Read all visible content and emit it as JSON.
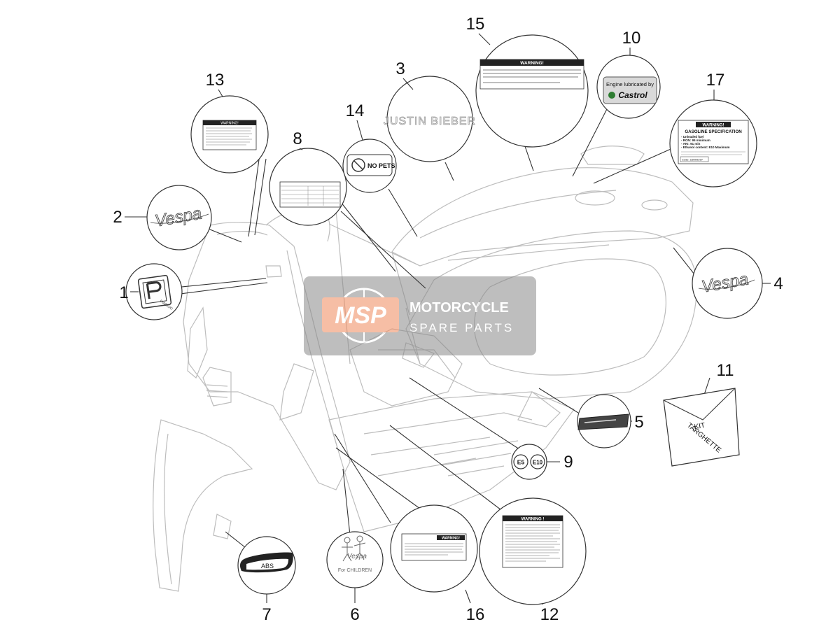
{
  "callouts": {
    "n1": "1",
    "n2": "2",
    "n3": "3",
    "n4": "4",
    "n5": "5",
    "n6": "6",
    "n7": "7",
    "n8": "8",
    "n9": "9",
    "n10": "10",
    "n11": "11",
    "n12": "12",
    "n13": "13",
    "n14": "14",
    "n15": "15",
    "n16": "16",
    "n17": "17"
  },
  "decals": {
    "warning": "WARNING!",
    "warning_excl": "WARNING !",
    "no_pets": "NO PETS",
    "engine_lubricated": "Engine lubricated by",
    "castrol": "Castrol",
    "gasoline_title": "GASOLINE SPECIFICATION",
    "gasoline_line1": "- Unleaded fuel",
    "gasoline_line2": "- RON: 95 minimum",
    "gasoline_line3": "- AKI: 91 min",
    "gasoline_line4": "- Ethanol content: E10 Maximum",
    "gasoline_code": "Code: 1B009297",
    "e5": "E5",
    "e10": "E10",
    "kit_line1": "KIT",
    "kit_line2": "TARGHETTE",
    "abs": "ABS",
    "justin_bieber": "JUSTIN BIEBER",
    "for_children": "For CHILDREN",
    "vespa": "Vespa",
    "piaggio": "PIAGGIO"
  },
  "watermark": {
    "logo": "MSP",
    "line1": "MOTORCYCLE",
    "line2": "SPARE PARTS"
  },
  "colors": {
    "line": "#333333",
    "watermark_gray": "#8a8a8a",
    "watermark_orange": "#f08a5d",
    "castrol_green": "#2e7d32"
  }
}
